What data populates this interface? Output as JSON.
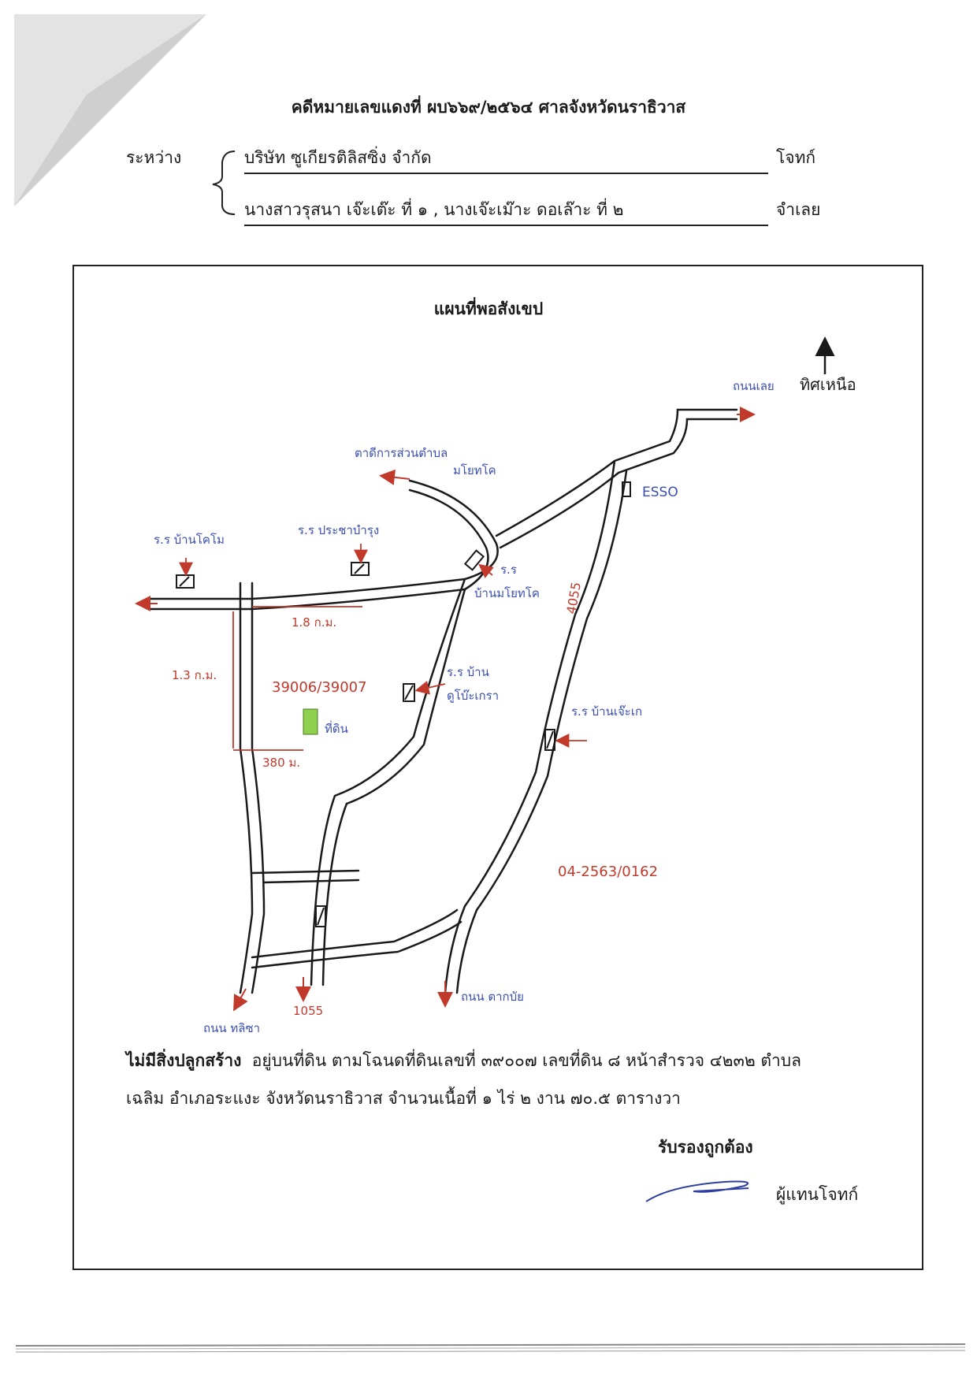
{
  "document": {
    "case_title": "คดีหมายเลขแดงที่ ผบ๖๖๙/๒๕๖๔ ศาลจังหวัดนราธิวาส",
    "between_label": "ระหว่าง",
    "plaintiff_name": "บริษัท ซูเกียรติลิสซิ่ง จำกัด",
    "plaintiff_role": "โจทก์",
    "defendant_names": "นางสาวรุสนา เจ๊ะเต๊ะ ที่ ๑ , นางเจ๊ะเม๊าะ ดอเล๊าะ ที่ ๒",
    "defendant_role": "จำเลย"
  },
  "map": {
    "title": "แผนที่พอสังเขป",
    "north_label": "ทิศเหนือ",
    "road_ne_label": "ถนนเลย",
    "dept_label_1": "ตาดีการส่วนตำบล",
    "dept_label_2": "มโยทโค",
    "esso_label": "ESSO",
    "school_left": "ร.ร บ้านโคโม",
    "school_mid": "ร.ร ประชาบำรุง",
    "school_junction_1": "ร.ร",
    "school_junction_2": "บ้านมโยทโค",
    "school_center_1": "ร.ร บ้าน",
    "school_center_2": "ดูโบ๊ะเกรา",
    "school_right": "ร.ร บ้านเจ๊ะเก",
    "route_4055": "4055",
    "dist_h": "1.8 ก.ม.",
    "dist_v": "1.3 ก.ม.",
    "parcel_numbers": "39006/39007",
    "land_label": "ที่ดิน",
    "dist_380": "380 ม.",
    "case_ref": "04-2563/0162",
    "bottom_left": "ถนน ทลิซา",
    "bottom_mid": "1055",
    "bottom_right": "ถนน ตากบัย"
  },
  "note": {
    "bold_part": "ไม่มีสิ่งปลูกสร้าง",
    "line1_rest": "อยู่บนที่ดิน ตามโฉนดที่ดินเลขที่ ๓๙๐๐๗ เลขที่ดิน ๘ หน้าสำรวจ ๔๒๓๒ ตำบล",
    "line2": "เฉลิม อำเภอระแงะ จังหวัดนราธิวาส จำนวนเนื้อที่ ๑ ไร่ ๒ งาน ๗๐.๕ ตารางวา"
  },
  "signature": {
    "certify_label": "รับรองถูกต้อง",
    "role": "ผู้แทนโจทก์"
  },
  "colors": {
    "ink": "#1a1a1a",
    "handwriting_blue": "#3a4fb0",
    "handwriting_red": "#c0392b",
    "land_green": "#8fd14f"
  }
}
